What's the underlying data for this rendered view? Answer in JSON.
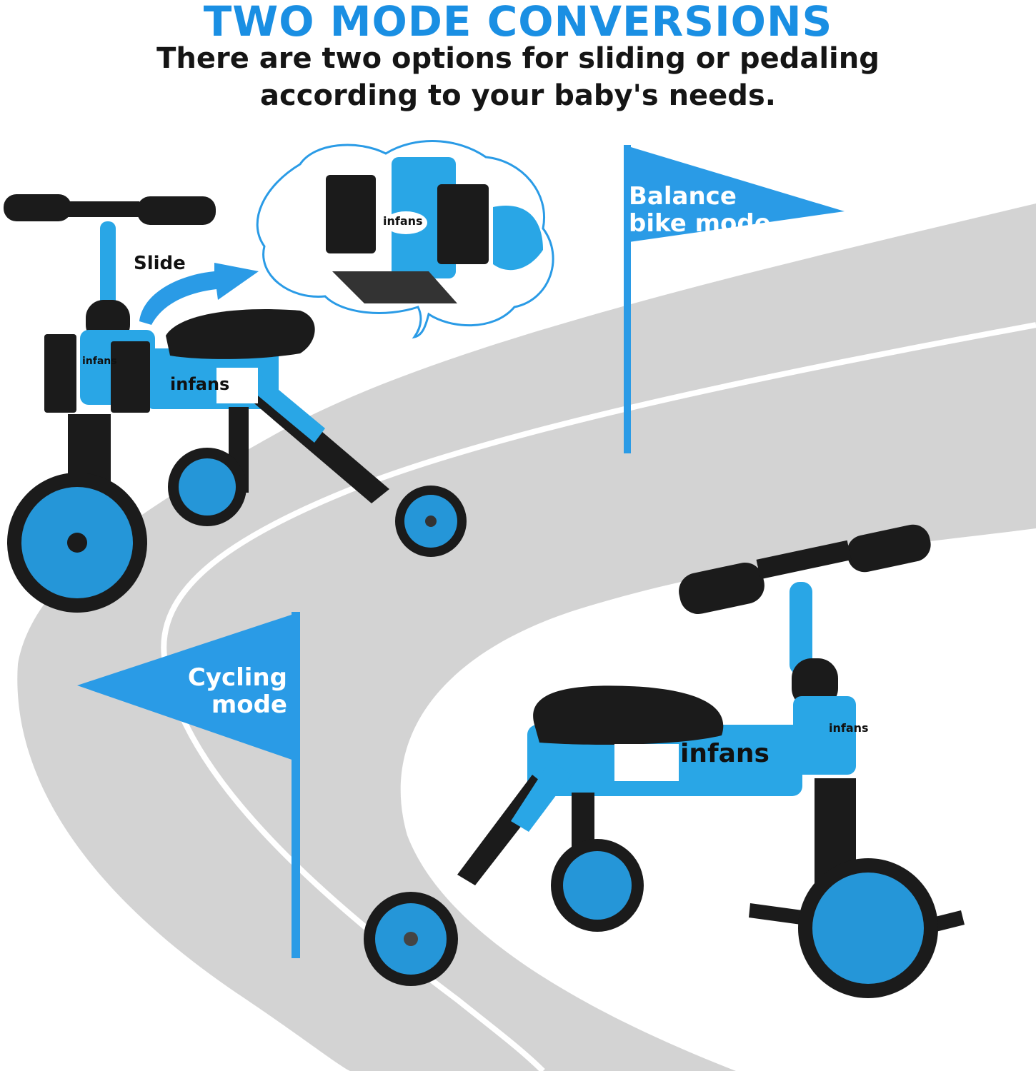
{
  "header": {
    "title": "TWO MODE CONVERSIONS",
    "subtitle_line1": "There are two options for sliding or pedaling",
    "subtitle_line2": "according to your baby's needs."
  },
  "flags": {
    "balance_line1": "Balance",
    "balance_line2": "bike mode",
    "cycling_line1": "Cycling",
    "cycling_line2": "mode"
  },
  "labels": {
    "slide": "Slide"
  },
  "brand": {
    "name": "infans"
  },
  "colors": {
    "accent": "#1a8fe3",
    "frame_blue": "#29a6e6",
    "wheel_blue": "#2596d8",
    "road_gray": "#d2d2d2",
    "black": "#1b1b1b"
  },
  "icons": {
    "slide_arrow": "curved-arrow-icon"
  }
}
